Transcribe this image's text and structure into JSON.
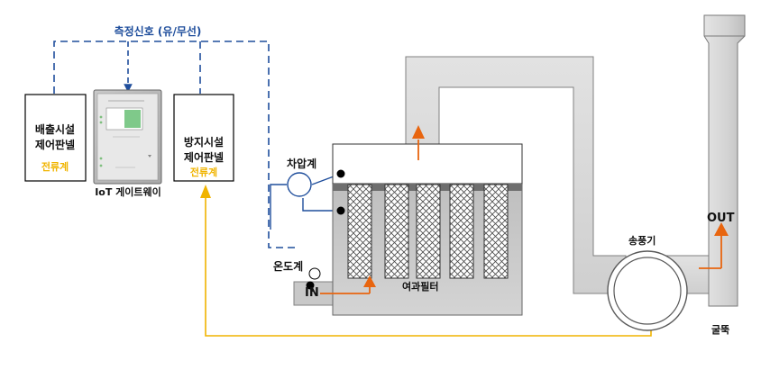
{
  "signal_label": "측정신호 (유/무선)",
  "emission_panel": {
    "line1": "배출시설",
    "line2": "제어판넬",
    "sensor": "전류계"
  },
  "gateway": {
    "caption": "IoT 게이트웨이"
  },
  "prevention_panel": {
    "line1": "방지시설",
    "line2": "제어판넬",
    "sensor": "전류계"
  },
  "diff_pressure_label": "차압계",
  "thermometer_label": "온도계",
  "inlet_label": "IN",
  "filter_label": "여과필터",
  "blower_label": "송풍기",
  "outlet_label": "OUT",
  "chimney_label": "굴뚝",
  "colors": {
    "signal_line": "#1f4e9c",
    "current_line": "#f0b400",
    "flow_arrow": "#e8650f",
    "duct_fill": "#d9d9d9",
    "duct_stroke": "#7f7f7f"
  }
}
